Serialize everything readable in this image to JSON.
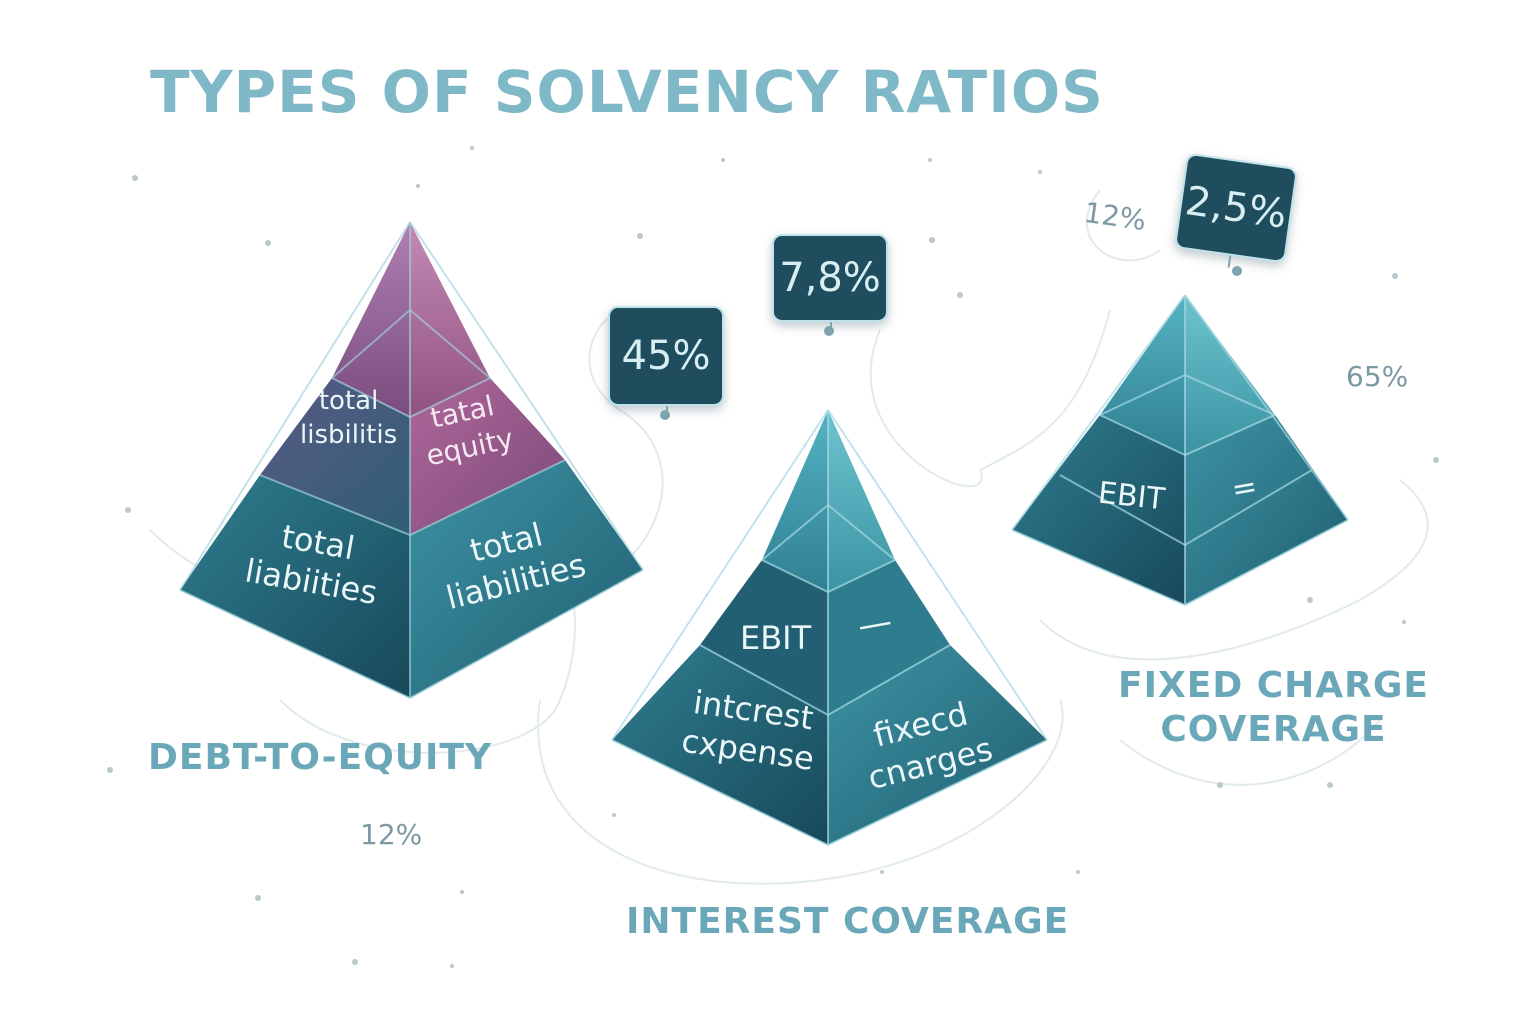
{
  "title": "TYPES OF SOLVENCY RATIOS",
  "colors": {
    "title": "#7fb9c8",
    "caption": "#6aa7b8",
    "teal_dark": "#1d5567",
    "teal_mid": "#2a7183",
    "teal_light": "#4fa3b2",
    "magenta": "#b0679a",
    "badge_bg": "#1f4d5e",
    "badge_text": "#d7eef2",
    "float_text": "#7d98a2"
  },
  "pyramids": [
    {
      "caption": [
        "DEBT-TO-EQUITY"
      ],
      "badge": "45%",
      "float_value": "12%",
      "upper_left": [
        "total",
        "lisbilitis"
      ],
      "upper_right": [
        "tatal",
        "equity"
      ],
      "lower_left": [
        "total",
        "liabiities"
      ],
      "lower_right": [
        "total",
        "liabilities"
      ]
    },
    {
      "caption": [
        "INTEREST COVERAGE"
      ],
      "badge": "7,8%",
      "upper_left": [
        "EBIT"
      ],
      "upper_right": [
        "—"
      ],
      "lower_left": [
        "intcrest",
        "cxpense"
      ],
      "lower_right": [
        "fixecd",
        "cnarges"
      ]
    },
    {
      "caption": [
        "FIXED CHARGE",
        "COVERAGE"
      ],
      "badge": "2,5%",
      "float_values": [
        "12%",
        "65%"
      ],
      "upper_left": [
        "EBIT"
      ],
      "upper_right": [
        "="
      ]
    }
  ]
}
